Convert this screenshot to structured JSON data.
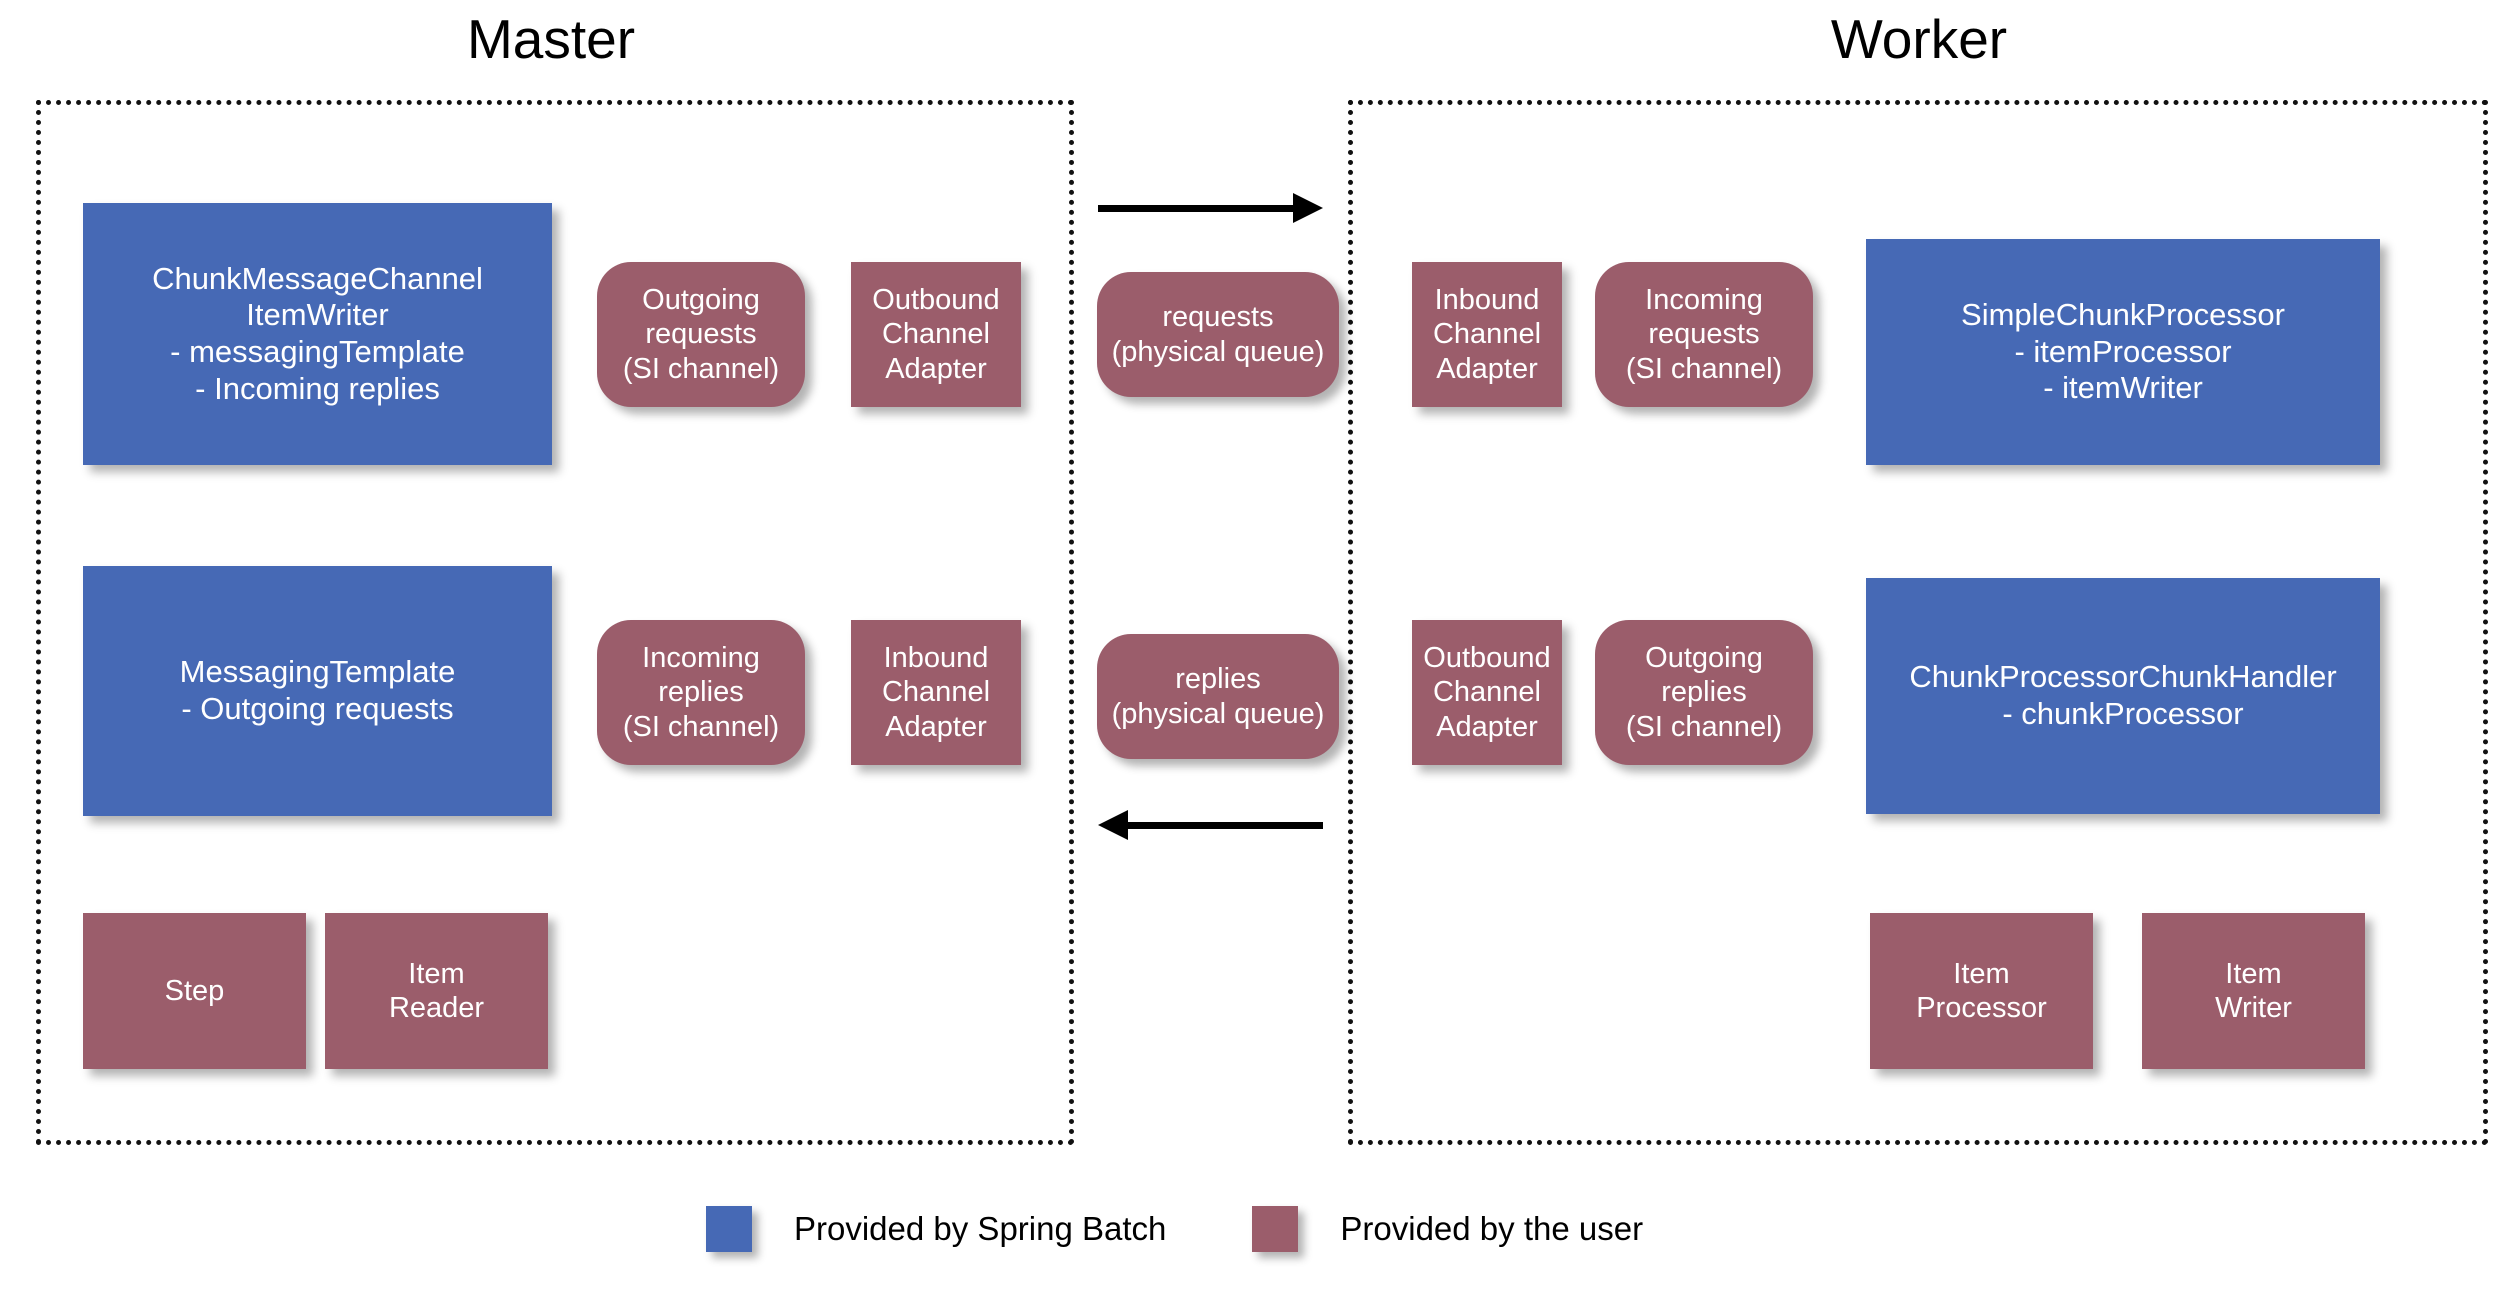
{
  "diagram": {
    "title_master": "Master",
    "title_worker": "Worker"
  },
  "master": {
    "chunk_message_channel_item_writer": "ChunkMessageChannel\nItemWriter\n- messagingTemplate\n- Incoming replies",
    "outgoing_requests_channel": "Outgoing\nrequests\n(SI channel)",
    "outbound_channel_adapter": "Outbound\nChannel\nAdapter",
    "messaging_template": "MessagingTemplate\n- Outgoing requests",
    "incoming_replies_channel": "Incoming\nreplies\n(SI channel)",
    "inbound_channel_adapter": "Inbound\nChannel\nAdapter",
    "step": "Step",
    "item_reader": "Item\nReader"
  },
  "middle": {
    "requests_queue": "requests\n(physical queue)",
    "replies_queue": "replies\n(physical queue)"
  },
  "worker": {
    "inbound_channel_adapter": "Inbound\nChannel\nAdapter",
    "incoming_requests_channel": "Incoming\nrequests\n(SI channel)",
    "simple_chunk_processor": "SimpleChunkProcessor\n- itemProcessor\n- itemWriter",
    "outbound_channel_adapter": "Outbound\nChannel\nAdapter",
    "outgoing_replies_channel": "Outgoing\nreplies\n(SI channel)",
    "chunk_processor_chunk_handler": "ChunkProcessorChunkHandler\n- chunkProcessor",
    "item_processor": "Item\nProcessor",
    "item_writer": "Item\nWriter"
  },
  "legend": {
    "spring_batch_label": "Provided by Spring Batch",
    "user_label": "Provided by the user"
  },
  "colors": {
    "spring_batch_blue": "#4669B5",
    "user_mauve": "#9B5D6B",
    "panel_border": "#111111",
    "arrow": "#000000",
    "background": "#ffffff"
  }
}
